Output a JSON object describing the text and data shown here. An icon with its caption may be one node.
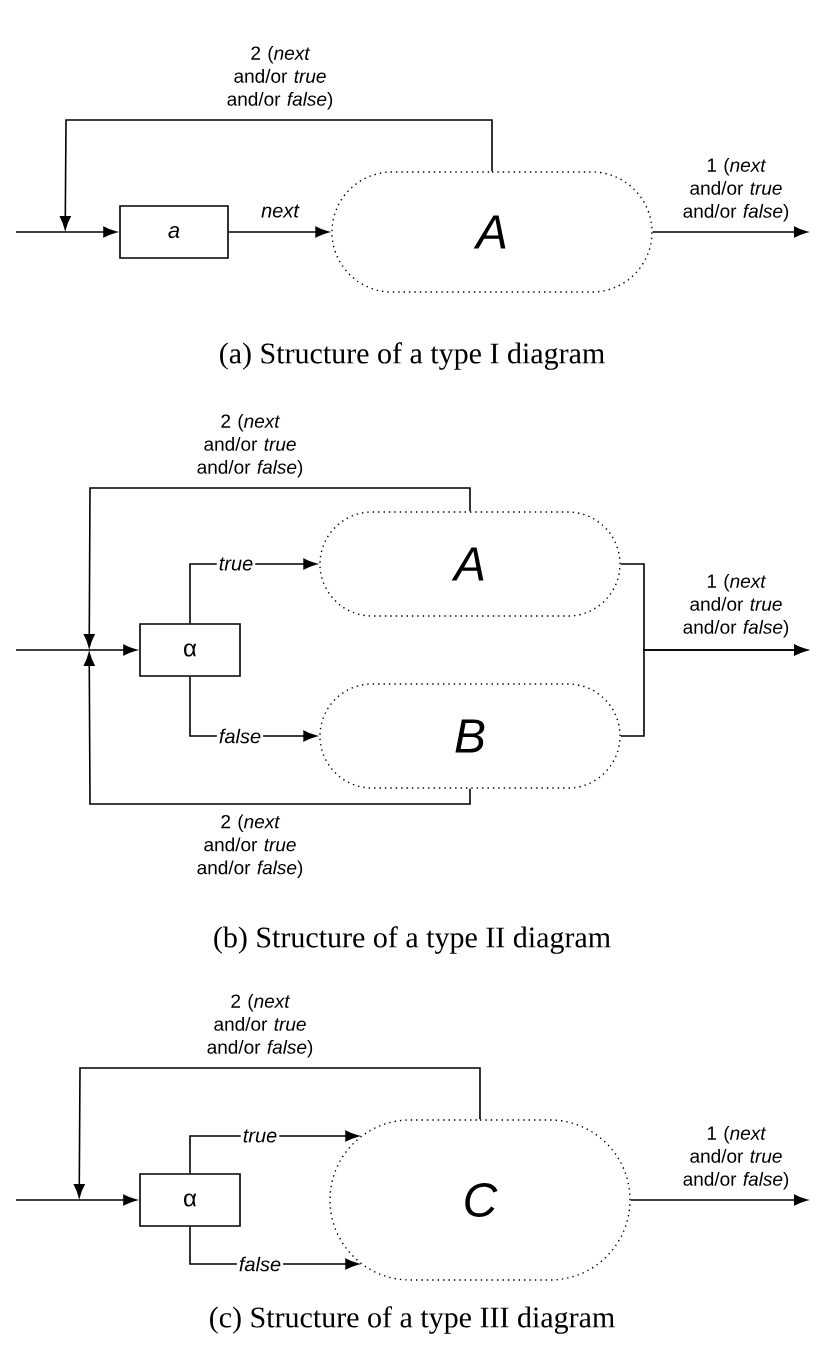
{
  "diagram": {
    "nodes": [
      {
        "text": [
          "a"
        ]
      },
      {
        "text": [
          "A"
        ]
      },
      {
        "text": [
          "α"
        ]
      },
      {
        "text": [
          "A"
        ]
      },
      {
        "text": [
          "B"
        ]
      },
      {
        "text": [
          "α"
        ]
      },
      {
        "text": [
          "C"
        ]
      }
    ],
    "edges": [
      {
        "from": null,
        "to": 0,
        "arrow": "to"
      },
      {
        "from": 0,
        "to": 1,
        "arrow": "to",
        "label": "next"
      },
      {
        "from": 1,
        "to": 0,
        "arrow": "to",
        "label": "2 (*next* and/or *true* and/or *false*)"
      },
      {
        "from": 1,
        "to": null,
        "arrow": "to",
        "label": "1 (*next* and/or *true* and/or *false*)"
      },
      {
        "from": null,
        "to": 2,
        "arrow": "to"
      },
      {
        "from": 2,
        "to": 3,
        "arrow": "to",
        "label": "true"
      },
      {
        "from": 2,
        "to": 4,
        "arrow": "to",
        "label": "false"
      },
      {
        "from": 3,
        "to": 2,
        "arrow": "to",
        "label": "2 (*next* and/or *true* and/or *false*)"
      },
      {
        "from": 4,
        "to": 2,
        "arrow": "to",
        "label": "2 (*next* and/or *true* and/or *false*)"
      },
      {
        "from": 3,
        "to": null,
        "arrow": "to",
        "label": "1 (*next* and/or *true* and/or *false*)"
      },
      {
        "from": 4,
        "to": null,
        "arrow": "to"
      },
      {
        "from": null,
        "to": 5,
        "arrow": "to"
      },
      {
        "from": 5,
        "to": 6,
        "arrow": "to",
        "label": "true"
      },
      {
        "from": 5,
        "to": 6,
        "arrow": "to",
        "label": "false"
      },
      {
        "from": 6,
        "to": 5,
        "arrow": "to",
        "label": "2 (*next* and/or *true* and/or *false*)"
      },
      {
        "from": 6,
        "to": null,
        "arrow": "to",
        "label": "1 (*next* and/or *true* and/or *false*)"
      }
    ],
    "labels": [
      "(a) Structure of a type I diagram",
      "(b) Structure of a type II diagram",
      "(c) Structure of a type III diagram"
    ]
  }
}
